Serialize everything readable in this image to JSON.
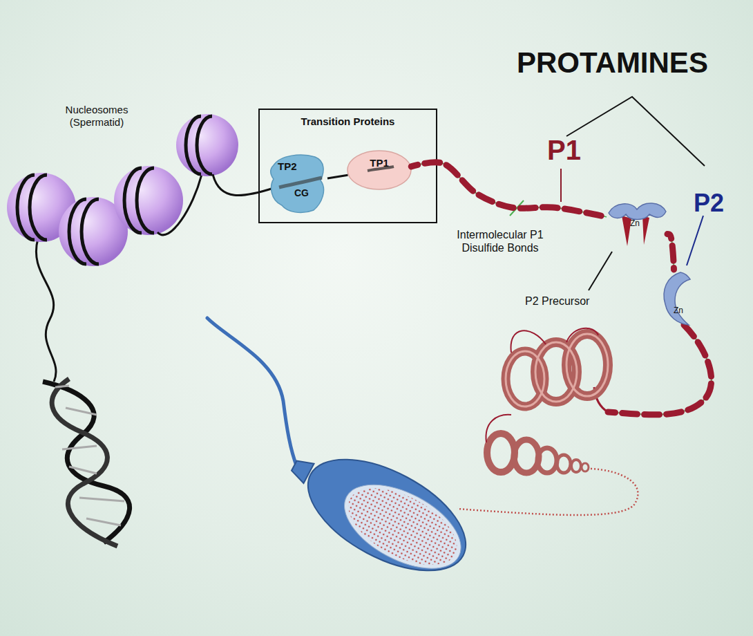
{
  "diagram": {
    "nodes": [
      {
        "text": [
          "Transition Proteins"
        ]
      },
      {
        "text": [
          "TP2",
          "CG"
        ],
        "in": 0
      },
      {
        "text": [
          "TP1"
        ],
        "in": 0
      },
      {
        "text": [
          "Zn"
        ]
      },
      {
        "text": [
          "Zn"
        ]
      }
    ],
    "edges": [
      {
        "from": 1,
        "to": 2,
        "arrow": "none"
      },
      {
        "from": 2,
        "to": 3,
        "arrow": "none"
      },
      {
        "from": 3,
        "to": 4,
        "arrow": "none"
      }
    ],
    "labels": [
      "PROTAMINES",
      "Nucleosomes (Spermatid)",
      "P1",
      "P2",
      "Intermolecular P1 Disulfide Bonds",
      "P2 Precursor"
    ]
  }
}
